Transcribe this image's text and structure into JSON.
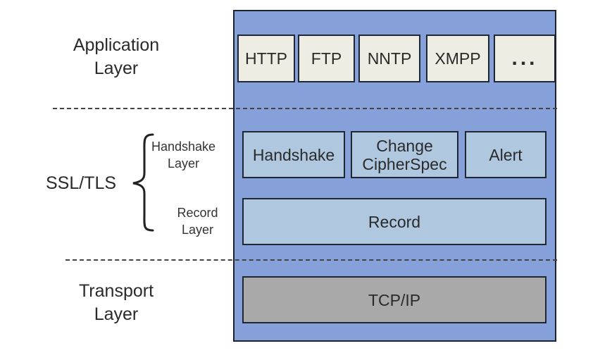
{
  "labels": {
    "application": "Application\nLayer",
    "application_line1": "Application",
    "application_line2": "Layer",
    "ssl_tls": "SSL/TLS",
    "handshake_layer_line1": "Handshake",
    "handshake_layer_line2": "Layer",
    "record_layer_line1": "Record",
    "record_layer_line2": "Layer",
    "transport_line1": "Transport",
    "transport_line2": "Layer"
  },
  "application_protocols": [
    "HTTP",
    "FTP",
    "NNTP",
    "XMPP",
    "..."
  ],
  "ssl_handshake_protocols": {
    "handshake": "Handshake",
    "change_cipher_line1": "Change",
    "change_cipher_line2": "CipherSpec",
    "alert": "Alert"
  },
  "record": "Record",
  "transport": "TCP/IP",
  "colors": {
    "stack_background": "#86a0d9",
    "application_box": "#ededE3",
    "ssl_box": "#afc8e0",
    "transport_box": "#a9a9a9"
  }
}
